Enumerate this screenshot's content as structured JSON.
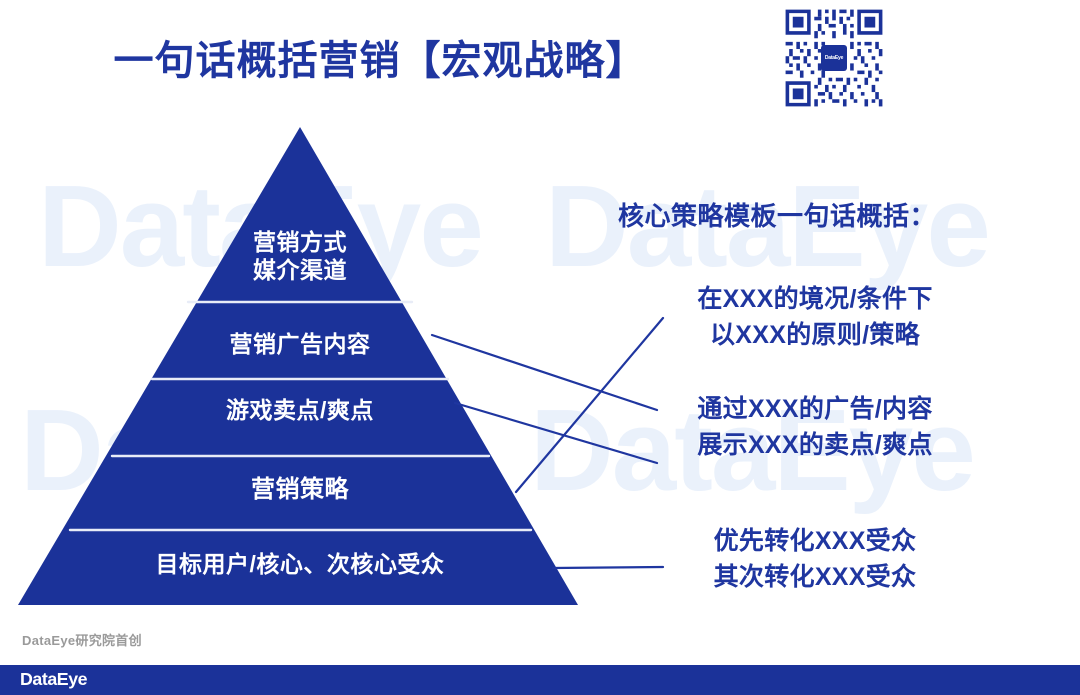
{
  "title": "一句话概括营销【宏观战略】",
  "brand": {
    "name": "DataEye",
    "watermark_text": "DataEye",
    "accent_blue": "#1b3299",
    "title_blue": "#1f36a0",
    "watermark_blue": "#eaf1fb",
    "credit_gray": "#9a9a9a"
  },
  "qr": {
    "icon": "qr-code-icon",
    "center_label": "DataEye"
  },
  "pyramid": {
    "levels": [
      {
        "id": "level-1",
        "line1": "营销方式",
        "line2": "媒介渠道"
      },
      {
        "id": "level-2",
        "line1": "营销广告内容",
        "line2": ""
      },
      {
        "id": "level-3",
        "line1": "游戏卖点/爽点",
        "line2": ""
      },
      {
        "id": "level-4",
        "line1": "营销策略",
        "line2": ""
      },
      {
        "id": "level-5",
        "line1": "目标用户/核心、次核心受众",
        "line2": ""
      }
    ]
  },
  "right_panel": {
    "heading": "核心策略模板一句话概括：",
    "blocks": [
      {
        "id": "block-1",
        "line1": "在XXX的境况/条件下",
        "line2": "以XXX的原则/策略"
      },
      {
        "id": "block-2",
        "line1": "通过XXX的广告/内容",
        "line2": "展示XXX的卖点/爽点"
      },
      {
        "id": "block-3",
        "line1": "优先转化XXX受众",
        "line2": "其次转化XXX受众"
      }
    ]
  },
  "footer": {
    "credit": "DataEye研究院首创",
    "logo_text": "DataEye"
  }
}
